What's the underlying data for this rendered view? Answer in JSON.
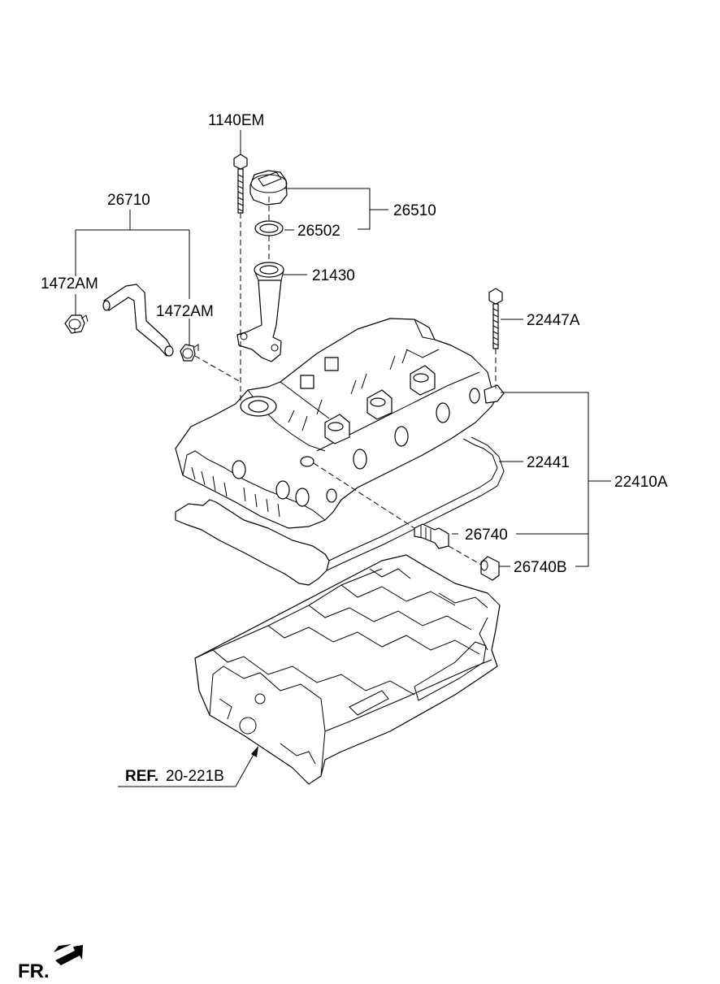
{
  "labels": {
    "p1140EM": "1140EM",
    "p26710": "26710",
    "p26510": "26510",
    "p26502": "26502",
    "p1472AM_left": "1472AM",
    "p1472AM_right": "1472AM",
    "p21430": "21430",
    "p22447A": "22447A",
    "p22441": "22441",
    "p22410A": "22410A",
    "p26740": "26740",
    "p26740B": "26740B",
    "ref_prefix": "REF.",
    "ref_code": "20-221B",
    "direction": "FR."
  },
  "colors": {
    "line": "#000000",
    "background": "#ffffff"
  }
}
